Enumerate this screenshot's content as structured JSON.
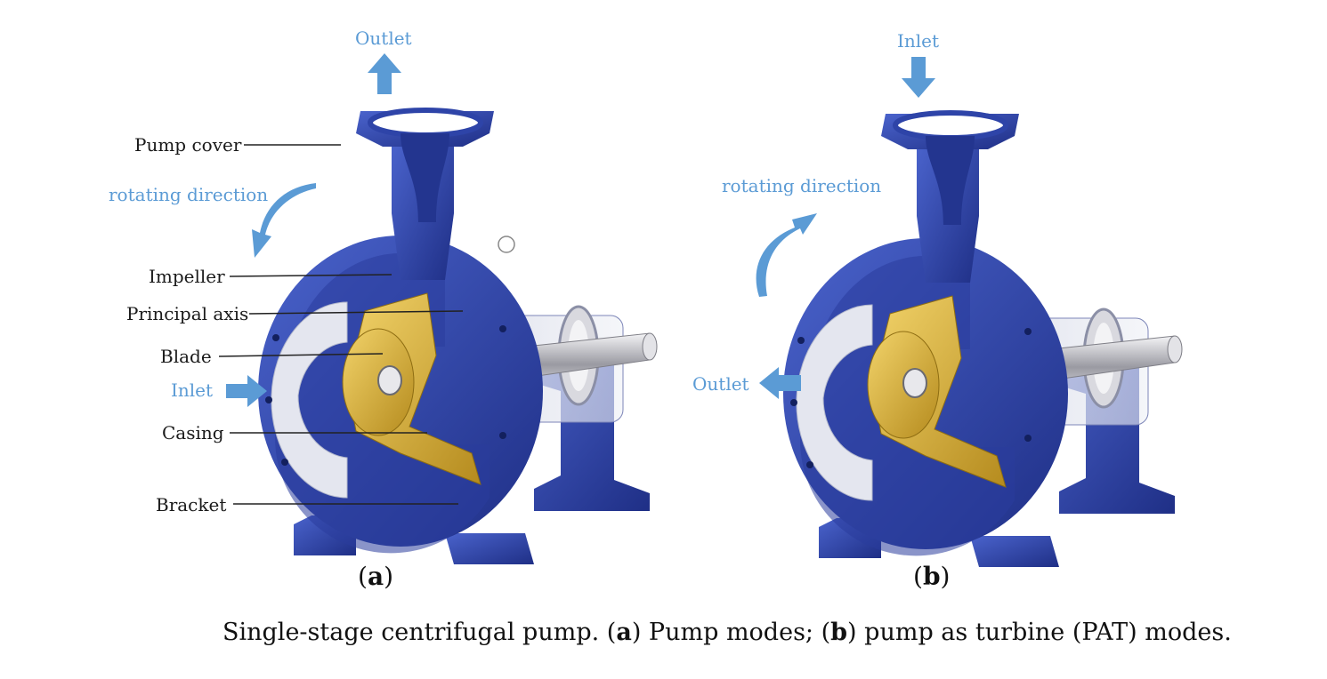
{
  "panel_a": {
    "outlet": "Outlet",
    "rotating": "rotating direction",
    "inlet": "Inlet",
    "labels": {
      "pump_cover": "Pump cover",
      "impeller": "Impeller",
      "principal_axis": "Principal axis",
      "blade": "Blade",
      "casing": "Casing",
      "bracket": "Bracket"
    },
    "sub_open": "(",
    "sub_letter": "a",
    "sub_close": ")"
  },
  "panel_b": {
    "inlet": "Inlet",
    "rotating": "rotating direction",
    "outlet": "Outlet",
    "sub_open": "(",
    "sub_letter": "b",
    "sub_close": ")"
  },
  "caption": {
    "lead": "Single-stage centrifugal pump. (",
    "a": "a",
    "mid": ") Pump modes; (",
    "b": "b",
    "tail": ") pump as turbine (PAT) modes."
  },
  "colors": {
    "casing_blue": "#2e44a8",
    "impeller_gold": "#d9b13a",
    "flow_arrow": "#5b9bd5",
    "shaft_steel": "#c8c8cc"
  }
}
